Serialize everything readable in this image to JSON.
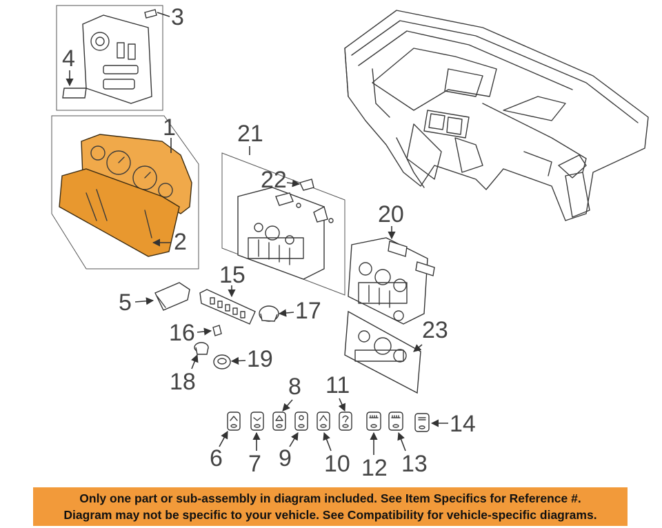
{
  "callouts": {
    "c1": "1",
    "c2": "2",
    "c3": "3",
    "c4": "4",
    "c5": "5",
    "c6": "6",
    "c7": "7",
    "c8": "8",
    "c9": "9",
    "c10": "10",
    "c11": "11",
    "c12": "12",
    "c13": "13",
    "c14": "14",
    "c15": "15",
    "c16": "16",
    "c17": "17",
    "c18": "18",
    "c19": "19",
    "c20": "20",
    "c21": "21",
    "c22": "22",
    "c23": "23"
  },
  "footer": {
    "line1": "Only one part or sub-assembly in diagram included. See Item Specifics for Reference #.",
    "line2": "Diagram may not be specific to your vehicle. See Compatibility for vehicle-specific diagrams."
  },
  "colors": {
    "highlight": "#f0a94a",
    "banner": "#f29a3a"
  }
}
